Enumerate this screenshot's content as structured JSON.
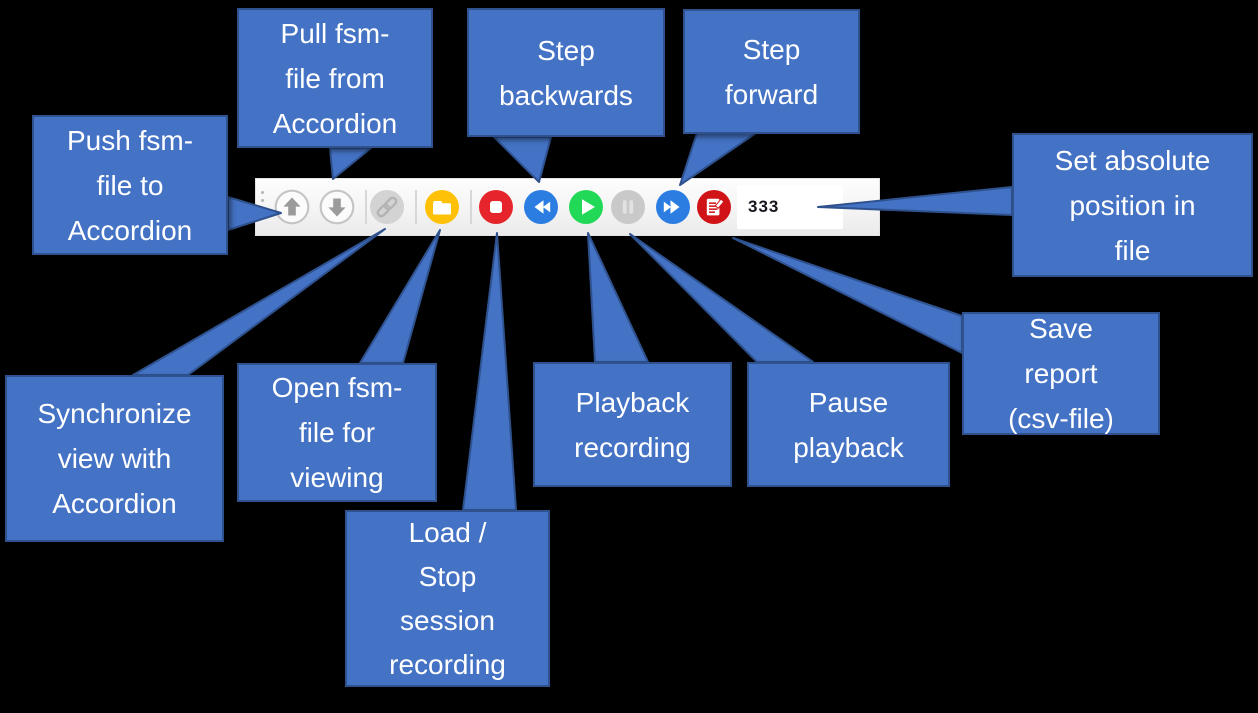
{
  "colors": {
    "callout_fill": "#4472C4",
    "callout_border": "#2F528F",
    "toolbar_background": "#f4f4f4",
    "stop_red": "#e5252b",
    "report_red": "#d01317",
    "play_green": "#22d957",
    "step_blue": "#2b7de2",
    "folder_gold": "#ffc107",
    "disabled_gray": "#c9c9c9"
  },
  "toolbar": {
    "position_field": {
      "value": "333"
    },
    "buttons": [
      {
        "name": "push-fsm-file",
        "icon": "up-arrow-icon",
        "disabled": false
      },
      {
        "name": "pull-fsm-file",
        "icon": "down-arrow-icon",
        "disabled": false
      },
      {
        "name": "synchronize-view",
        "icon": "link-icon",
        "disabled": true
      },
      {
        "name": "open-fsm-file",
        "icon": "folder-icon",
        "disabled": false
      },
      {
        "name": "load-stop-recording",
        "icon": "stop-icon",
        "disabled": false
      },
      {
        "name": "step-backwards",
        "icon": "skip-back-icon",
        "disabled": false
      },
      {
        "name": "playback-recording",
        "icon": "play-icon",
        "disabled": false
      },
      {
        "name": "pause-playback",
        "icon": "pause-icon",
        "disabled": true
      },
      {
        "name": "step-forward",
        "icon": "fast-forward-icon",
        "disabled": false
      },
      {
        "name": "save-report",
        "icon": "report-icon",
        "disabled": false
      }
    ]
  },
  "callouts": [
    {
      "id": "push",
      "text": "Push fsm-\nfile to\nAccordion"
    },
    {
      "id": "pull",
      "text": "Pull fsm-\nfile from\nAccordion"
    },
    {
      "id": "step-backwards",
      "text": "Step\nbackwards"
    },
    {
      "id": "step-forward",
      "text": "Step\nforward"
    },
    {
      "id": "set-absolute",
      "text": "Set absolute\nposition in\nfile"
    },
    {
      "id": "save-report",
      "text": "Save\nreport\n(csv-file)"
    },
    {
      "id": "pause",
      "text": "Pause\nplayback"
    },
    {
      "id": "playback",
      "text": "Playback\nrecording"
    },
    {
      "id": "open",
      "text": "Open fsm-\nfile for\nviewing"
    },
    {
      "id": "synchronize",
      "text": "Synchronize\nview with\nAccordion"
    },
    {
      "id": "load-stop",
      "text": "Load /\nStop\nsession\nrecording"
    }
  ]
}
